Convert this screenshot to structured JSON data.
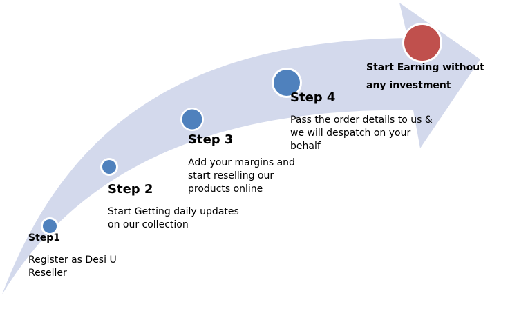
{
  "colors": {
    "arrow_fill": "#d3d9ec",
    "step_dot": "#4f81bd",
    "final_dot": "#c0504d",
    "dot_ring": "#ffffff",
    "text": "#000000"
  },
  "steps": [
    {
      "title": "Step1",
      "description": "Register as Desi U\nReseller"
    },
    {
      "title": "Step 2",
      "description": "Start Getting daily updates\non our collection"
    },
    {
      "title": "Step 3",
      "description": "Add your margins and\nstart reselling our\nproducts online"
    },
    {
      "title": "Step 4",
      "description": "Pass the order details to us &\nwe will despatch on your\nbehalf"
    }
  ],
  "final": {
    "description": "Start Earning without\nany investment"
  }
}
